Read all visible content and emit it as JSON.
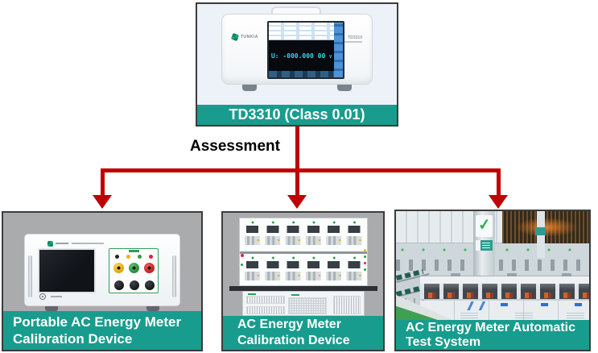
{
  "assessment_label": "Assessment",
  "reference_device": {
    "banner": "TD3310 (Class 0.01)",
    "brand": "TUNKIA",
    "model": "TD3310",
    "display_reading": "U: -000.000 00",
    "display_unit": "V"
  },
  "targets": [
    {
      "name": "Portable AC Energy Meter Calibration Device",
      "banner_lines": [
        "Portable AC Energy Meter",
        "Calibration Device"
      ]
    },
    {
      "name": "AC Energy Meter Calibration Device",
      "banner_lines": [
        "AC Energy Meter",
        "Calibration Device"
      ]
    },
    {
      "name": "AC Energy Meter Automatic Test System",
      "banner_lines": [
        "AC Energy Meter Automatic",
        "Test System"
      ]
    }
  ],
  "icons": {
    "checkmark": "✓"
  },
  "colors": {
    "banner_teal": "#189c8d",
    "arrow_red": "#c00000",
    "card_border": "#3c3c3c",
    "card_backdrop_grey": "#a9abad",
    "reference_backdrop": "#edf1f8",
    "display_cyan": "#35d6e8"
  }
}
